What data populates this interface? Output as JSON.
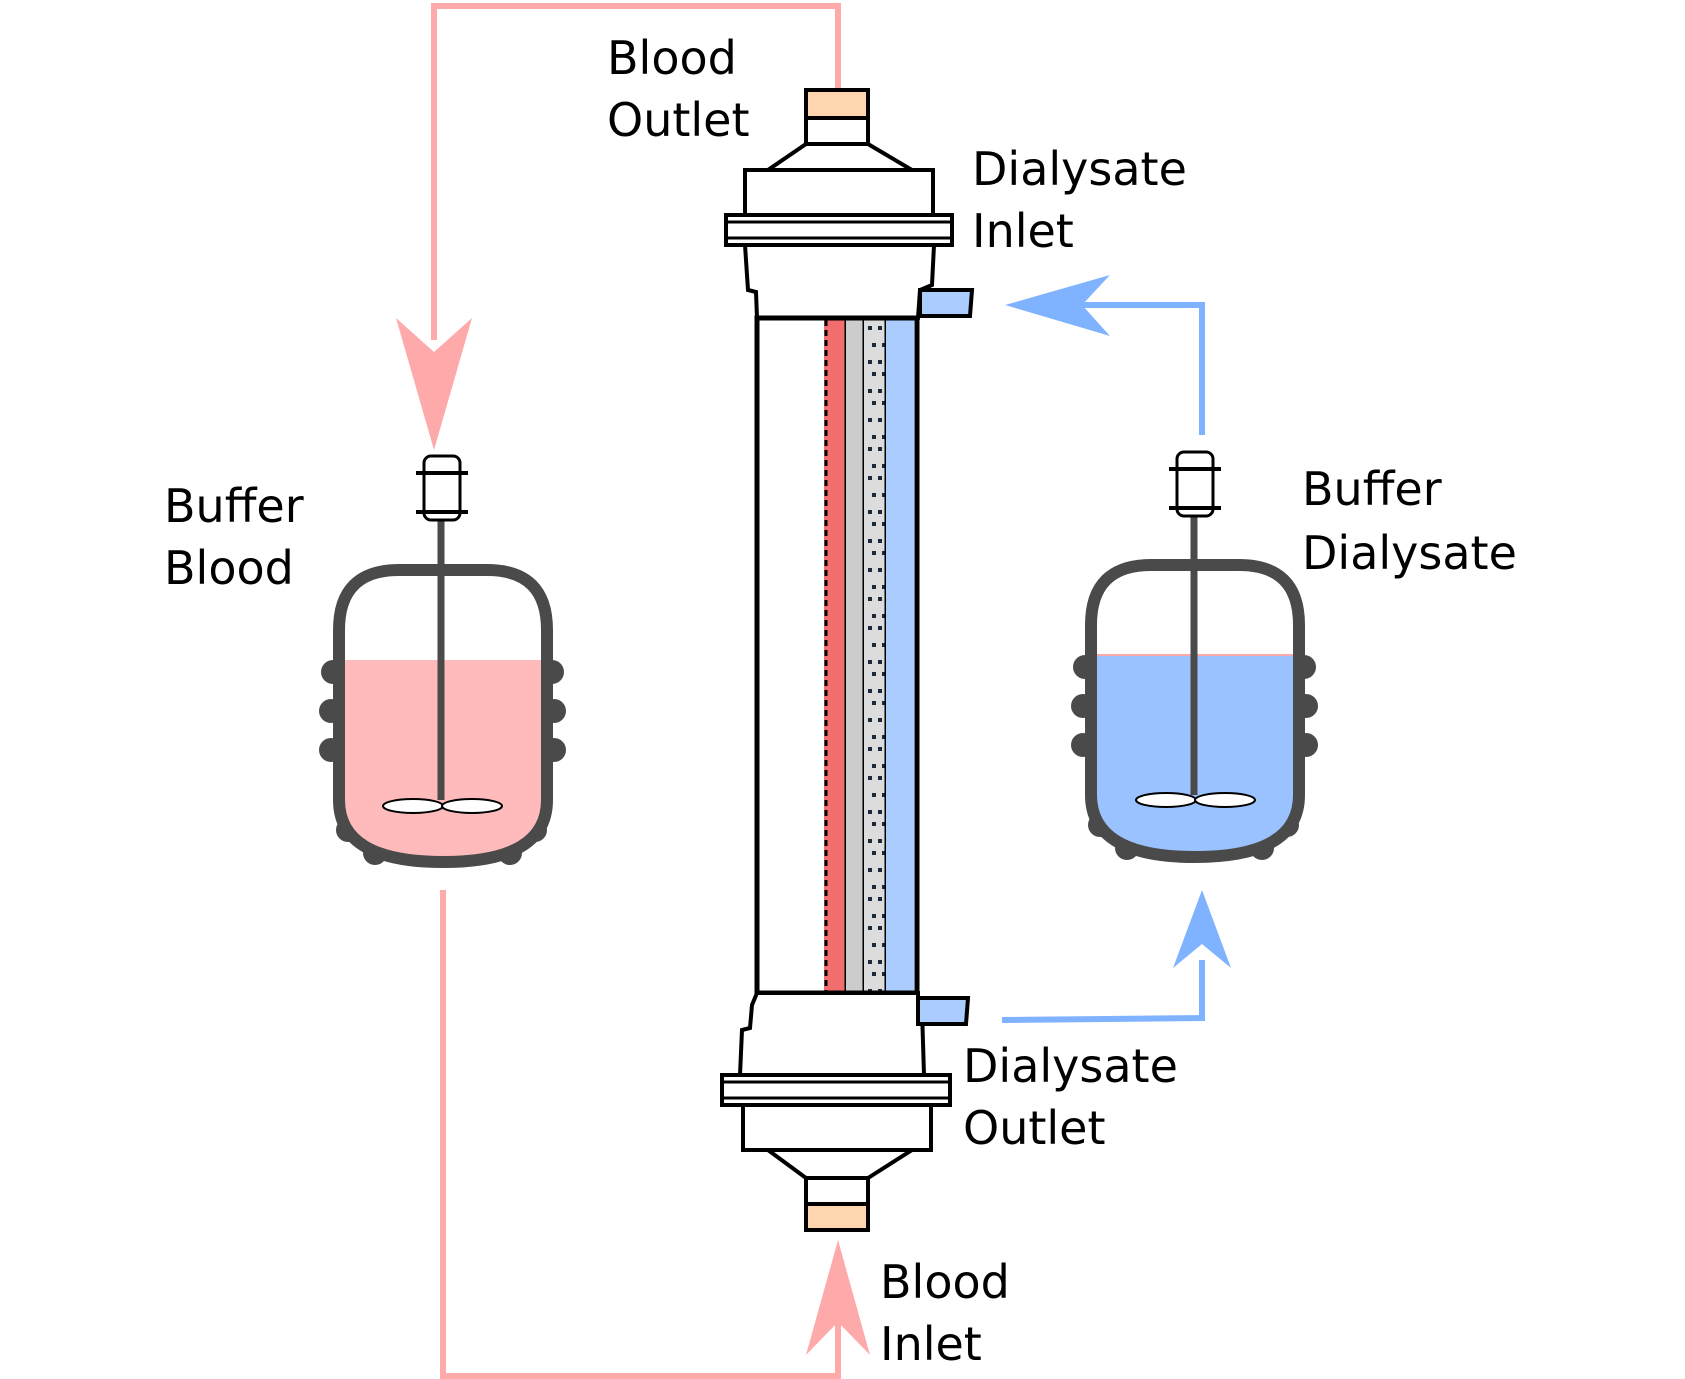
{
  "labels": {
    "blood_outlet": [
      "Blood",
      "Outlet"
    ],
    "dialysate_inlet": [
      "Dialysate",
      "Inlet"
    ],
    "buffer_blood": [
      "Buffer",
      "Blood"
    ],
    "buffer_dialysate": [
      "Buffer",
      "Dialysate"
    ],
    "dialysate_outlet": [
      "Dialysate",
      "Outlet"
    ],
    "blood_inlet": [
      "Blood",
      "Inlet"
    ]
  },
  "colors": {
    "blood_line": "#ffaaaa",
    "blood_fill": "#ffbbbb",
    "blood_channel": "#f26d6d",
    "dialysate_line": "#80b3ff",
    "dialysate_fill": "#99c2ff",
    "dialysate_channel": "#aaccff",
    "membrane": "#cccccc",
    "port_cap": "#ffd5b0",
    "vessel_wall": "#4a4a4a"
  }
}
